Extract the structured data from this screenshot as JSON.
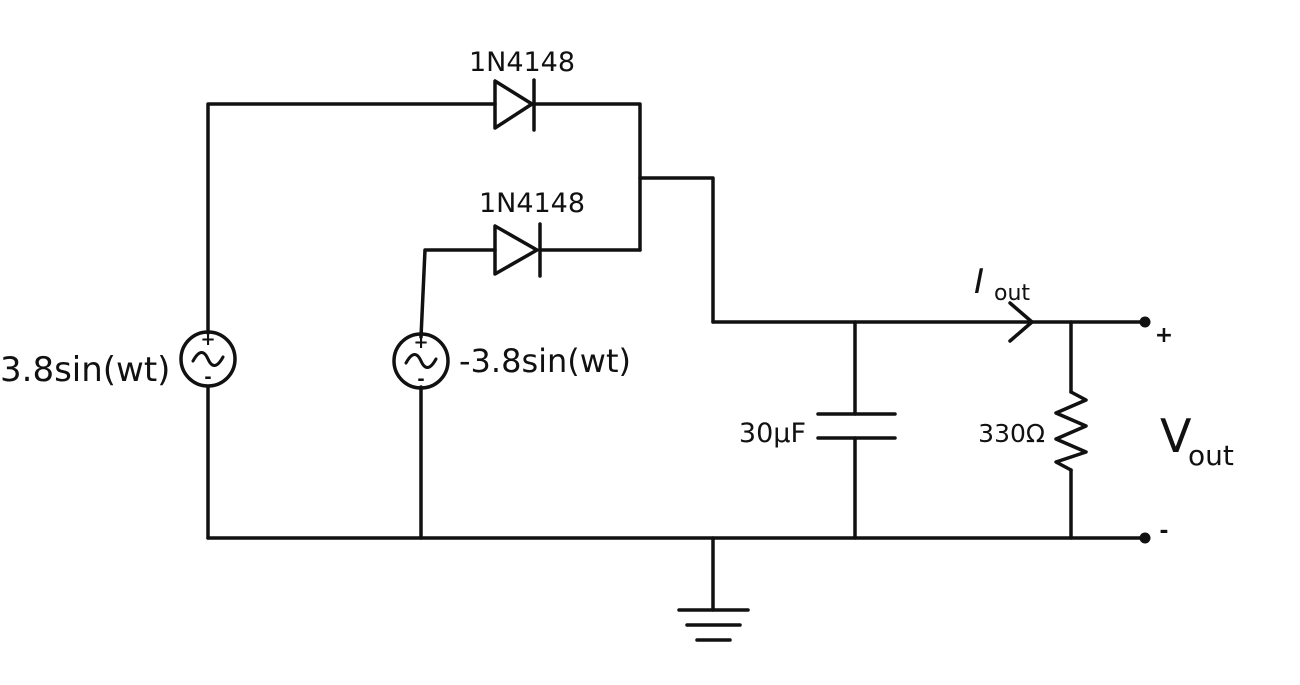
{
  "circuit": {
    "source_left": {
      "label": "3.8sin(wt)",
      "plus": "+",
      "minus": "-"
    },
    "source_right": {
      "label": "-3.8sin(wt)",
      "plus": "+",
      "minus": "-"
    },
    "diode_top": {
      "label": "1N4148"
    },
    "diode_bottom": {
      "label": "1N4148"
    },
    "capacitor": {
      "label": "30µF"
    },
    "resistor": {
      "label": "330Ω"
    },
    "current": {
      "label": "I",
      "subscript": "out"
    },
    "output": {
      "label": "V",
      "subscript": "out",
      "plus": "+",
      "minus": "-"
    }
  }
}
